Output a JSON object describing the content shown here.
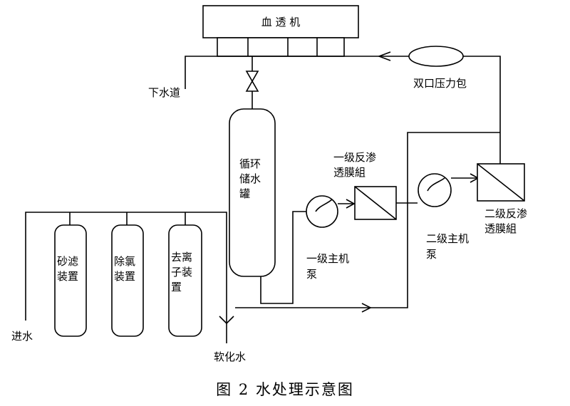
{
  "diagram": {
    "dialysis_machine": "血  透  机",
    "drain": "下水道",
    "pressure_tank": "双口压力包",
    "storage_tank": [
      "循环",
      "储水",
      "罐"
    ],
    "ro1": [
      "一级反渗",
      "透膜組"
    ],
    "ro2": [
      "二级反渗",
      "透膜組"
    ],
    "pump1": [
      "一级主机",
      "泵"
    ],
    "pump2": [
      "二级主机",
      "泵"
    ],
    "sand_filter": [
      "砂滤",
      "装置"
    ],
    "dechlorination": [
      "除氯",
      "装置"
    ],
    "deionization": [
      "去离",
      "子装",
      "置"
    ],
    "inlet": "进水",
    "softened_water": "软化水"
  },
  "caption": "图 2   水处理示意图"
}
